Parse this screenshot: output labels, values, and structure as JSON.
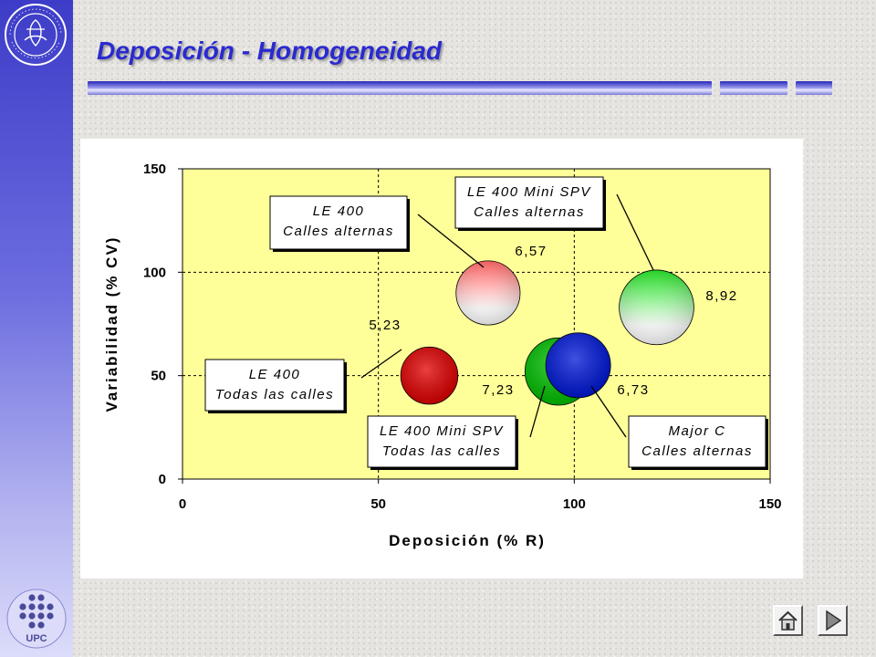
{
  "slide": {
    "title": "Deposición - Homogeneidad",
    "accent_color": "#2a2ad0",
    "sidebar_color": "#3c3cc8",
    "logos": [
      "escola-superior-agricultura-seal",
      "upc-logo"
    ],
    "navigation": [
      "home-icon",
      "next-arrow-icon"
    ]
  },
  "chart_data": {
    "type": "bubble",
    "xlabel": "Deposición (% R)",
    "ylabel": "Variabilidad (% CV)",
    "xlim": [
      0,
      150
    ],
    "ylim": [
      0,
      150
    ],
    "x_ticks": [
      "0",
      "50",
      "100",
      "150"
    ],
    "y_ticks": [
      "0",
      "50",
      "100",
      "150"
    ],
    "plot_background": "#ffff99",
    "grid": "dashed at 50 and 100",
    "series": [
      {
        "name": "LE 400 Todas las calles",
        "label_lines": [
          "LE 400",
          "Todas las calles"
        ],
        "x": 63,
        "y": 50,
        "size": 5.23,
        "size_label": "5,23",
        "color": "#e00000"
      },
      {
        "name": "LE 400 Calles alternas",
        "label_lines": [
          "LE 400",
          "Calles alternas"
        ],
        "x": 78,
        "y": 90,
        "size": 6.57,
        "size_label": "6,57",
        "color": "#ff6060"
      },
      {
        "name": "LE 400 Mini SPV Todas las calles",
        "label_lines": [
          "LE 400 Mini SPV",
          "Todas las calles"
        ],
        "x": 96,
        "y": 52,
        "size": 7.23,
        "size_label": "7,23",
        "color": "#00c000"
      },
      {
        "name": "Major C Calles alternas",
        "label_lines": [
          "Major C",
          "Calles alternas"
        ],
        "x": 101,
        "y": 55,
        "size": 6.73,
        "size_label": "6,73",
        "color": "#0018d8"
      },
      {
        "name": "LE 400 Mini SPV Calles alternas",
        "label_lines": [
          "LE 400 Mini SPV",
          "Calles alternas"
        ],
        "x": 121,
        "y": 83,
        "size": 8.92,
        "size_label": "8,92",
        "color": "#20e020"
      }
    ]
  }
}
